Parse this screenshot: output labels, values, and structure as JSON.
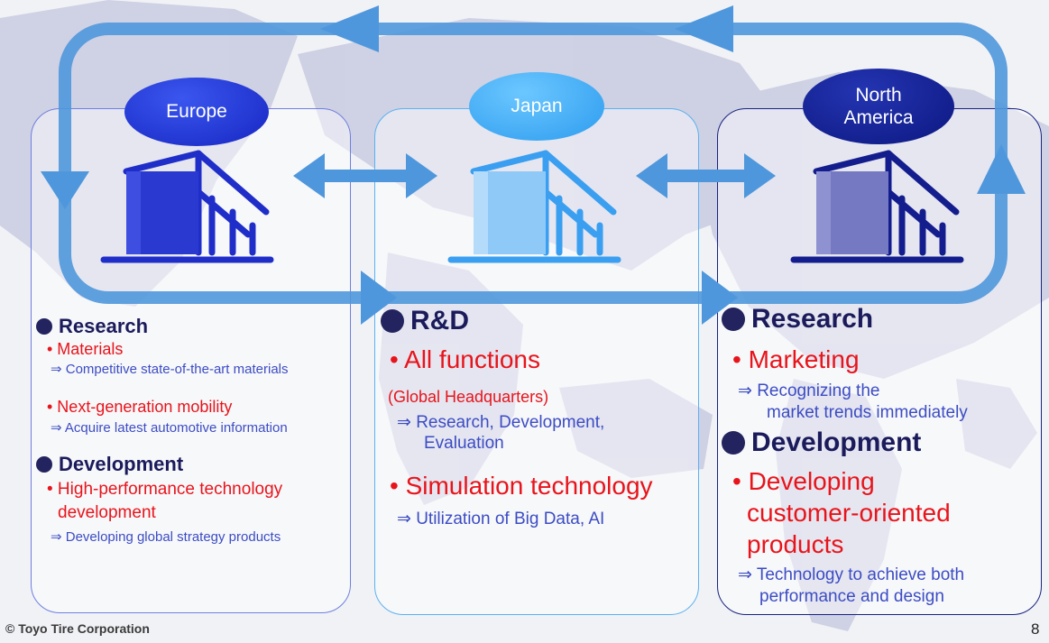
{
  "regions": {
    "europe": {
      "label": "Europe",
      "color": "#1f2ec9"
    },
    "japan": {
      "label": "Japan",
      "color": "#3da9f2"
    },
    "north_america": {
      "label_line1": "North",
      "label_line2": "America",
      "color": "#0f1a8a"
    }
  },
  "europe": {
    "research_heading": "Research",
    "items": [
      {
        "title": "• Materials",
        "desc": "⇒ Competitive state-of-the-art materials"
      },
      {
        "title": "• Next-generation mobility",
        "desc": "⇒ Acquire latest automotive information"
      }
    ],
    "development_heading": "Development",
    "dev_title_line1": "• High-performance technology",
    "dev_title_line2": "development",
    "dev_desc": "⇒ Developing global strategy products"
  },
  "japan": {
    "heading": "R&D",
    "item1_title": "• All functions",
    "item1_note": "(Global Headquarters)",
    "item1_desc_line1": "⇒ Research, Development,",
    "item1_desc_line2": "Evaluation",
    "item2_title": "• Simulation technology",
    "item2_desc": "⇒ Utilization of Big Data, AI"
  },
  "north_america": {
    "research_heading": "Research",
    "item1_title": "• Marketing",
    "item1_desc_line1": "⇒ Recognizing the",
    "item1_desc_line2": "market trends immediately",
    "development_heading": "Development",
    "dev_title_line1": "• Developing",
    "dev_title_line2": "customer-oriented",
    "dev_title_line3": "products",
    "dev_desc_line1": "⇒ Technology to achieve both",
    "dev_desc_line2": "performance and design"
  },
  "footer": {
    "copyright": "© Toyo Tire Corporation",
    "page_number": "8"
  }
}
